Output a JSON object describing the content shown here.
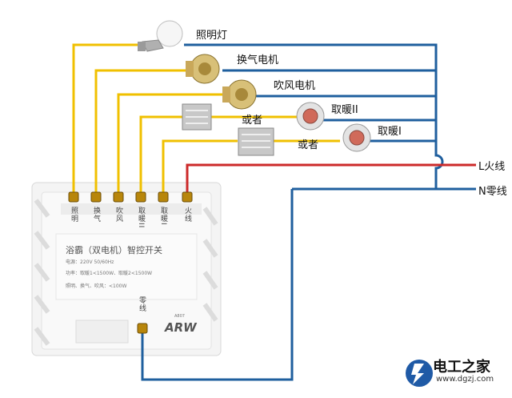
{
  "labels": {
    "lamp": "照明灯",
    "vent_motor": "换气电机",
    "blow_motor": "吹风电机",
    "heat2": "取暖II",
    "heat1": "取暖I",
    "or_upper": "或者",
    "or_lower": "或者",
    "live": "L火线",
    "neutral": "N零线"
  },
  "switch": {
    "terminals": [
      "照明",
      "换气",
      "吹风",
      "取暖II",
      "取暖I",
      "火线"
    ],
    "neutral_terminal": "零线",
    "title": "浴霸（双电机）智控开关",
    "spec_voltage": "电源：220V  50/60Hz",
    "spec_power": "功率：取暖1<1500W、取暖2<1500W",
    "spec_other": "照明、换气、吹风：<100W",
    "brand": "ARW",
    "model": "A807"
  },
  "logo": {
    "name": "电工之家",
    "url": "www.dgzj.com"
  },
  "colors": {
    "wire_load": "#f0c000",
    "wire_neutral": "#1f5f9e",
    "wire_live": "#cc2a2a"
  }
}
